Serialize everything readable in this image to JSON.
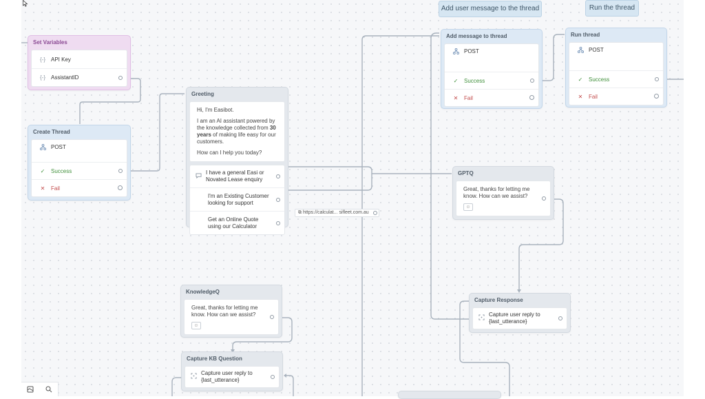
{
  "labels": {
    "add_user_message": "Add user message to the thread",
    "run_thread": "Run the thread"
  },
  "set_variables": {
    "title": "Set Variables",
    "rows": [
      "API Key",
      "AssistantID"
    ],
    "var_icon": "{-}"
  },
  "create_thread": {
    "title": "Create Thread",
    "method": "POST",
    "success": "Success",
    "fail": "Fail"
  },
  "greeting": {
    "title": "Greeting",
    "line1": "Hi, I'm Easibot.",
    "line2a": "I am an AI assistant powered by the knowledge collected from ",
    "line2b": "30 years",
    "line2c": " of making life easy for our customers.",
    "line3": "How can I help you today?",
    "choices": [
      "I have a general Easi or Novated Lease enquiry",
      "I'm an Existing Customer looking for support",
      "Get an Online Quote using our Calculator"
    ],
    "url": "https://calculat... sifleet.com.au"
  },
  "add_message": {
    "title": "Add message to thread",
    "method": "POST",
    "success": "Success",
    "fail": "Fail"
  },
  "run_thread": {
    "title": "Run thread",
    "method": "POST",
    "success": "Success",
    "fail": "Fail"
  },
  "gptq": {
    "title": "GPTQ",
    "text": "Great, thanks for letting me know. How can we assist?"
  },
  "capture_response": {
    "title": "Capture Response",
    "text": "Capture user reply to {last_utterance}"
  },
  "knowledgeq": {
    "title": "KnowledgeQ",
    "text": "Great, thanks for letting me know. How can we assist?"
  },
  "capture_kb": {
    "title": "Capture KB Question",
    "text": "Capture user reply to {last_utterance}"
  },
  "icons": {
    "check": "✓",
    "cross": "✕",
    "api": "api-icon",
    "capture": "capture-icon",
    "chat": "chat-icon",
    "link": "link-icon",
    "minimap": "minimap-icon",
    "search": "search-icon"
  },
  "colors": {
    "success": "#3f8f3a",
    "fail": "#c24b4b",
    "node_blue": "#dde9f5",
    "node_purple": "#efdcf1",
    "wire": "#a8b2bd"
  }
}
